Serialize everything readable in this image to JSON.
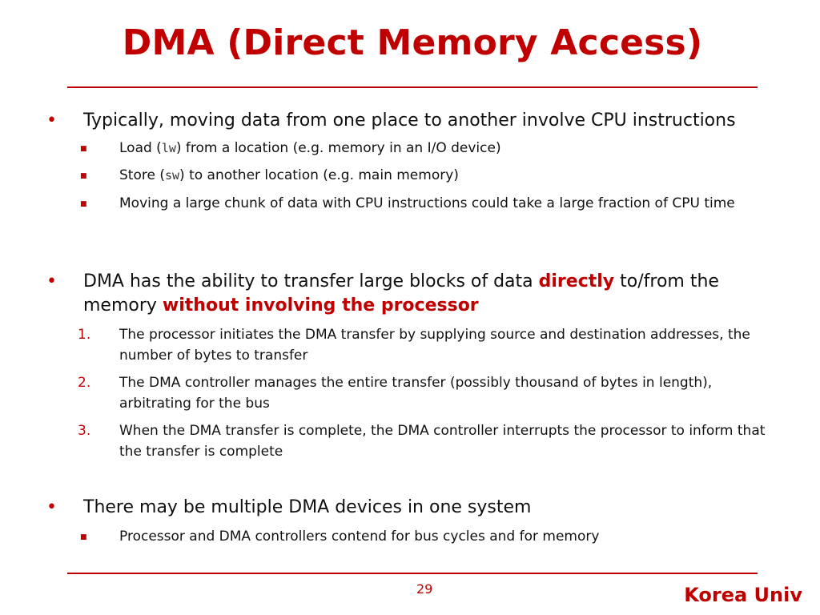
{
  "slide": {
    "title": "DMA (Direct Memory Access)",
    "bullet_char": "•",
    "sub_bullet_char": "■",
    "page_number": "29",
    "brand": "Korea Univ"
  },
  "points": [
    {
      "text": "Typically, moving data from one place to another involve CPU instructions",
      "subs": [
        {
          "pre": "Load (",
          "code": "lw",
          "post": ") from a location (e.g. memory in an I/O device)"
        },
        {
          "pre": "Store (",
          "code": "sw",
          "post": ") to another location (e.g. main memory)"
        },
        {
          "text": "Moving a large chunk of data with CPU instructions could take a large fraction of CPU time"
        }
      ]
    },
    {
      "pre": "DMA has the ability to transfer large blocks of data ",
      "emph1": "directly",
      "mid": " to/from the memory ",
      "emph2": "without involving the processor",
      "steps": [
        {
          "num": "1.",
          "text": "The processor initiates the DMA transfer by supplying source and destination addresses, the number of bytes to transfer"
        },
        {
          "num": "2.",
          "text": "The DMA controller manages the entire transfer (possibly thousand of bytes in length), arbitrating for the bus"
        },
        {
          "num": "3.",
          "text": "When the DMA transfer is complete, the DMA controller interrupts the processor to inform that the transfer is complete"
        }
      ]
    },
    {
      "text": "There may be multiple DMA devices in one system",
      "subs": [
        {
          "text": "Processor and DMA controllers contend for bus cycles and for memory"
        }
      ]
    }
  ],
  "colors": {
    "accent": "#c00000",
    "text": "#111111"
  }
}
